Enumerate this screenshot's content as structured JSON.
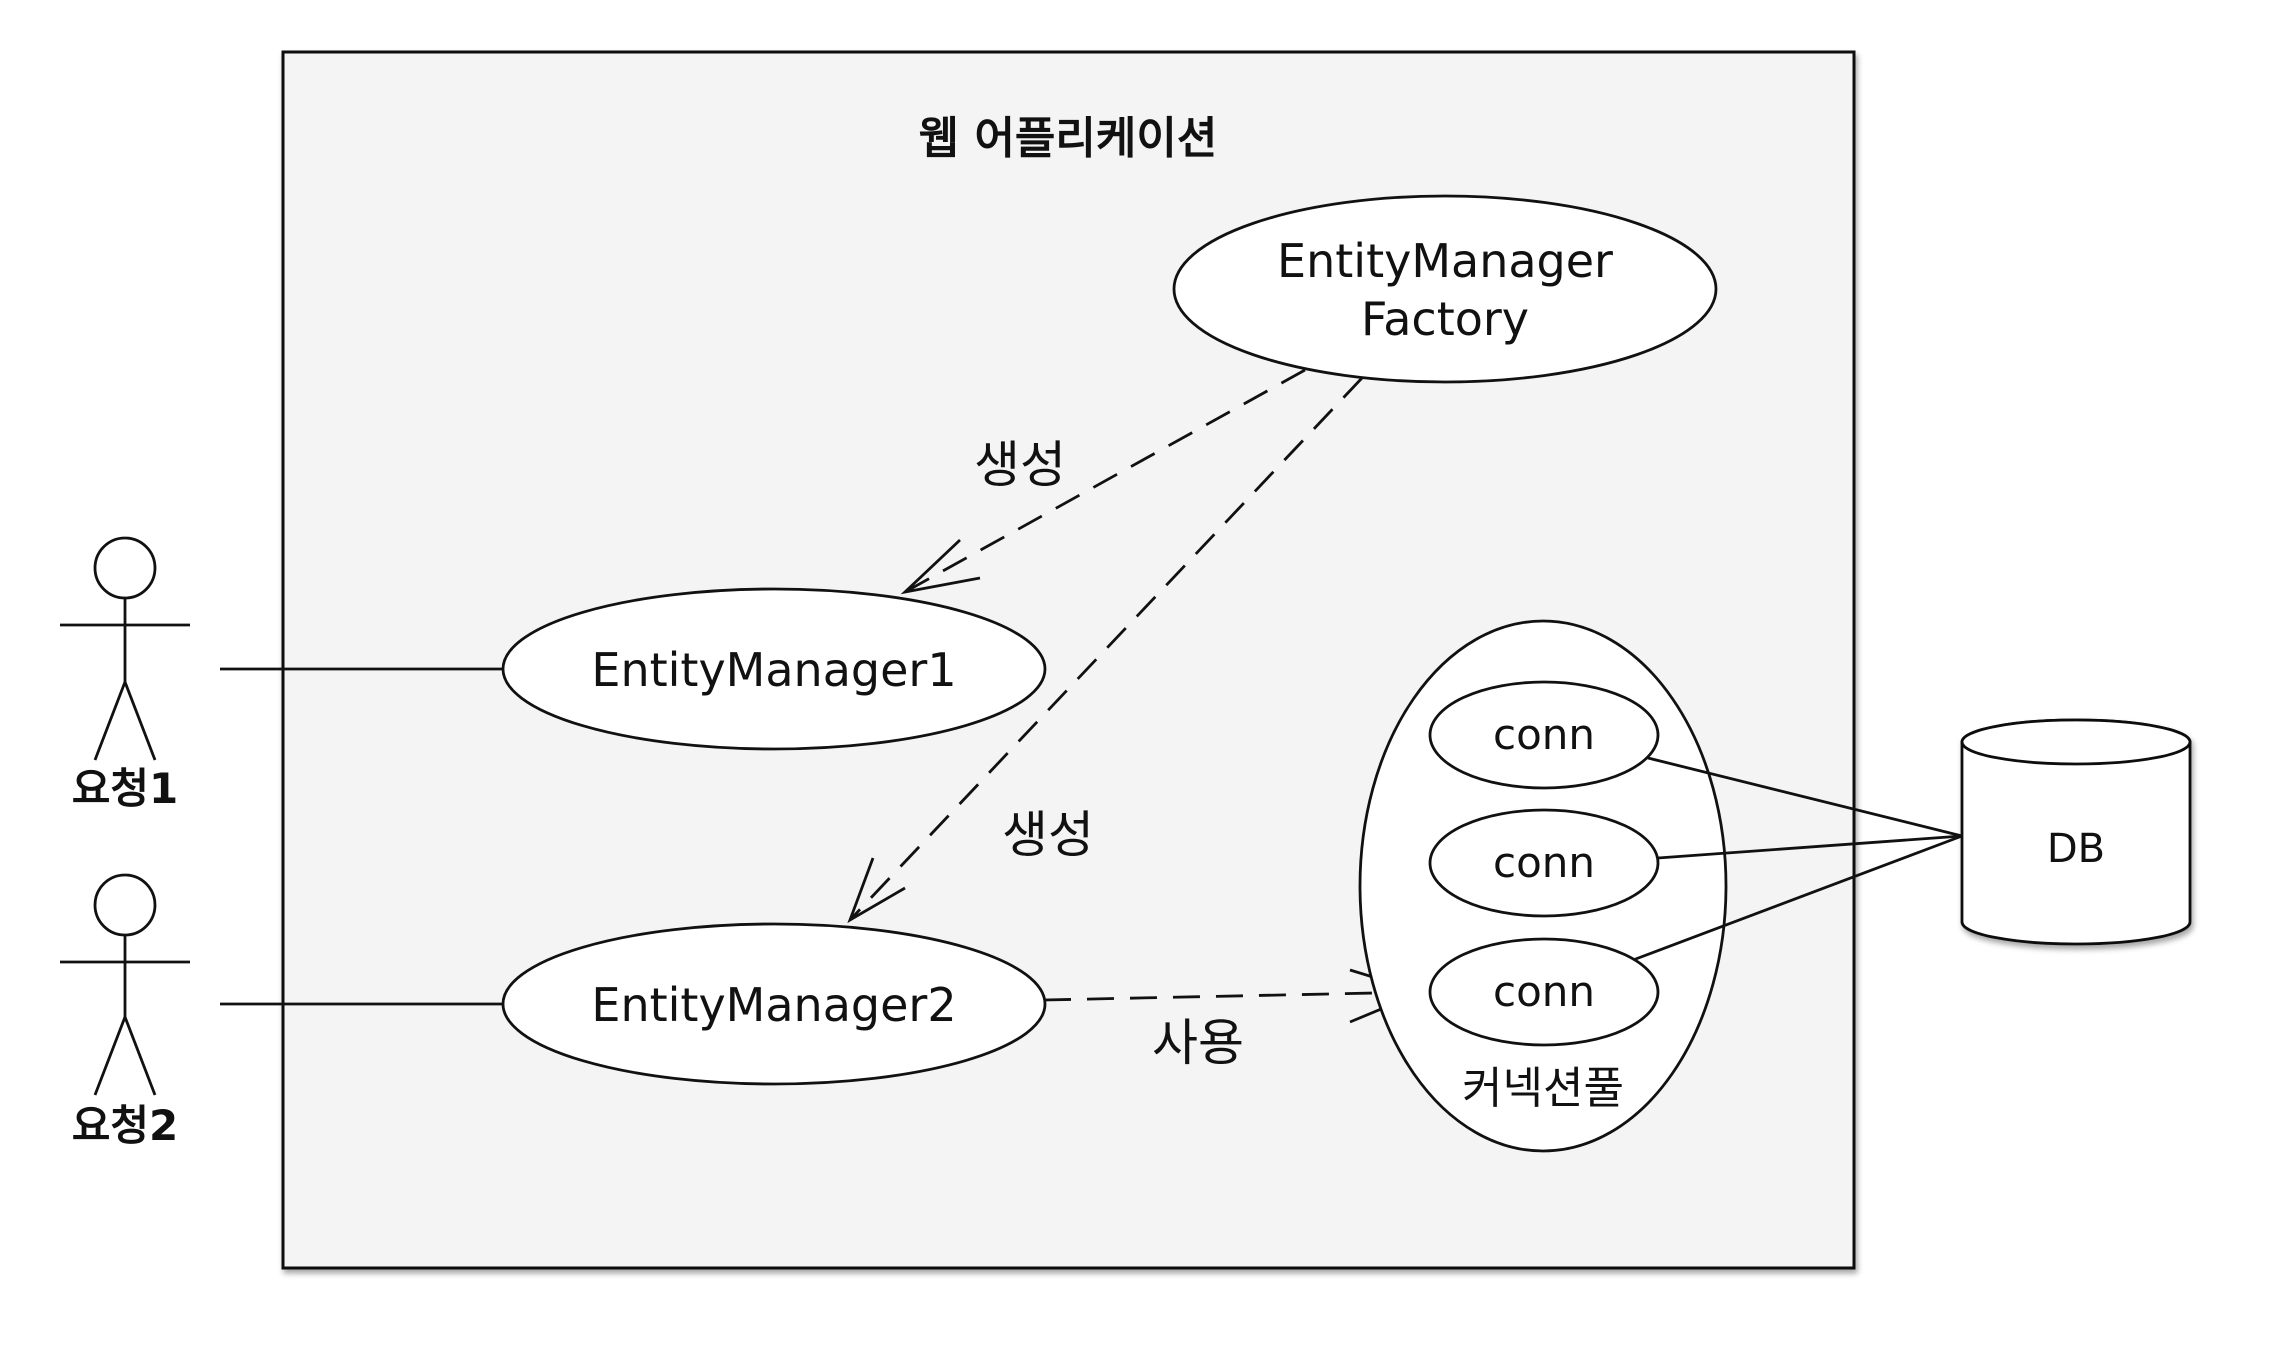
{
  "diagram": {
    "container_title": "웹 어플리케이션",
    "nodes": {
      "factory": {
        "line1": "EntityManager",
        "line2": "Factory"
      },
      "em1": "EntityManager1",
      "em2": "EntityManager2",
      "pool_label": "커넥션풀",
      "conn1": "conn",
      "conn2": "conn",
      "conn3": "conn",
      "db": "DB"
    },
    "actors": [
      {
        "label": "요청1"
      },
      {
        "label": "요청2"
      }
    ],
    "edges": {
      "create1": "생성",
      "create2": "생성",
      "use": "사용"
    },
    "colors": {
      "container_fill": "#f4f4f4",
      "stroke": "#111111",
      "node_fill": "#ffffff"
    }
  }
}
